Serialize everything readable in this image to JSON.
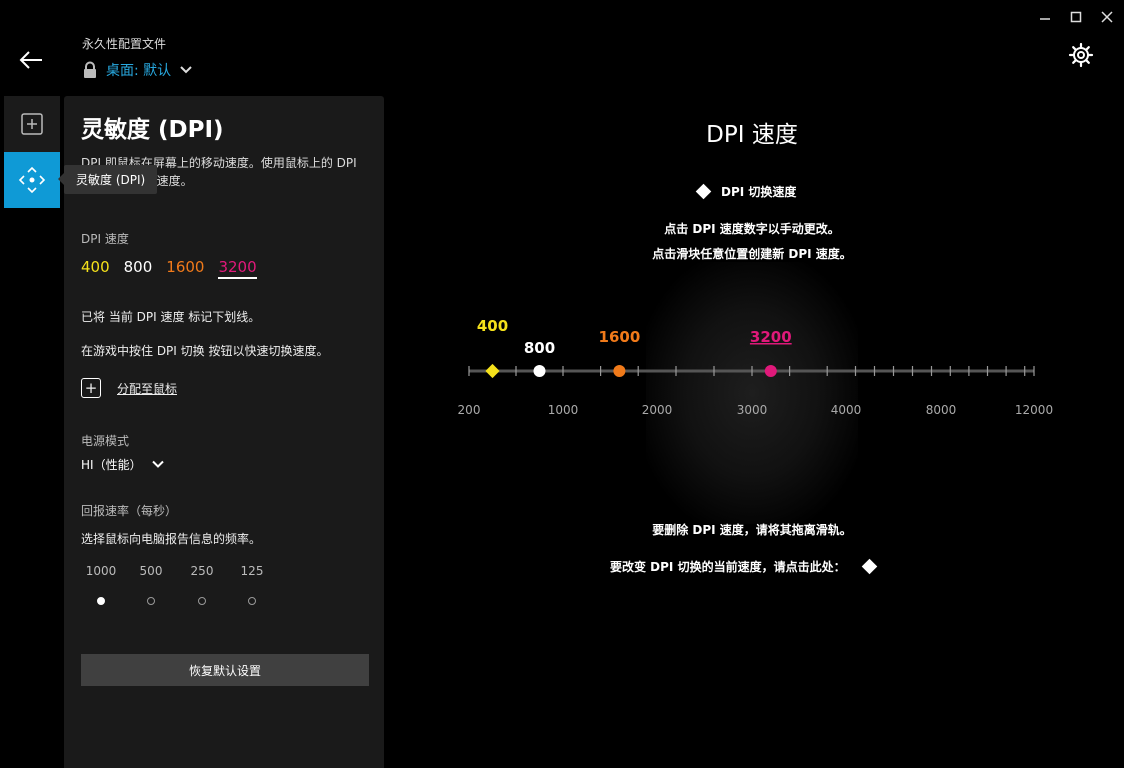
{
  "window": {
    "minimize_icon": "minimize-icon",
    "maximize_icon": "maximize-icon",
    "close_icon": "close-icon"
  },
  "header": {
    "profile_title": "永久性配置文件",
    "profile_name": "桌面: 默认"
  },
  "rail": {
    "add_icon": "add-icon",
    "dpi_icon": "dpi-move-icon"
  },
  "tooltip": "灵敏度 (DPI)",
  "panel": {
    "title": "灵敏度 (DPI)",
    "description": "DPI 即鼠标在屏幕上的移动速度。使用鼠标上的 DPI 按钮改变 DPI 速度。",
    "dpi_label": "DPI 速度",
    "dpi_values": [
      {
        "value": "400",
        "color": "#f5e11b"
      },
      {
        "value": "800",
        "color": "#ffffff"
      },
      {
        "value": "1600",
        "color": "#f07a1a"
      },
      {
        "value": "3200",
        "color": "#e0197a",
        "current": true
      }
    ],
    "note_underline": "已将 当前 DPI 速度 标记下划线。",
    "note_switch": "在游戏中按住 DPI 切换 按钮以快速切换速度。",
    "assign_label": "分配至鼠标",
    "power_label": "电源模式",
    "power_value": "HI（性能）",
    "report_label": "回报速率（每秒）",
    "report_desc": "选择鼠标向电脑报告信息的频率。",
    "report_rates": [
      "1000",
      "500",
      "250",
      "125"
    ],
    "report_selected": "1000",
    "reset_label": "恢复默认设置"
  },
  "main": {
    "title": "DPI 速度",
    "legend_label": "DPI 切换速度",
    "hint_click_number": "点击 DPI 速度数字以手动更改。",
    "hint_click_slider": "点击滑块任意位置创建新 DPI 速度。",
    "hint_delete": "要删除 DPI 速度，请将其拖离滑轨。",
    "hint_switch": "要改变 DPI 切换的当前速度，请点击此处："
  },
  "chart_data": {
    "type": "slider",
    "axis_labels": [
      "200",
      "1000",
      "2000",
      "3000",
      "4000",
      "8000",
      "12000"
    ],
    "points": [
      {
        "dpi": 400,
        "label": "400",
        "color": "#f5e11b",
        "shape": "diamond"
      },
      {
        "dpi": 800,
        "label": "800",
        "color": "#ffffff",
        "shape": "circle"
      },
      {
        "dpi": 1600,
        "label": "1600",
        "color": "#f07a1a",
        "shape": "circle"
      },
      {
        "dpi": 3200,
        "label": "3200",
        "color": "#e0197a",
        "shape": "circle",
        "current": true
      }
    ]
  }
}
